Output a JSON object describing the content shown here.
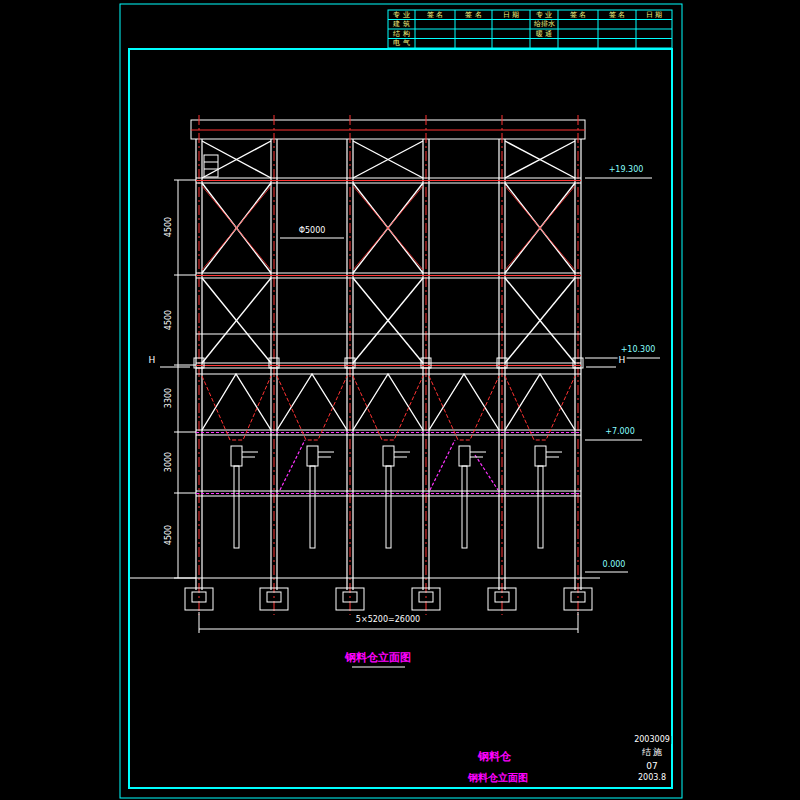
{
  "diagram": {
    "title": "钢料仓立面图",
    "labels": [
      "专 业",
      "签 名",
      "签 名",
      "日 期",
      "专 业",
      "签 名",
      "签 名",
      "日 期",
      "建 筑",
      "给排水",
      "结 构",
      "暖 通",
      "电 气",
      "+19.300",
      "Φ5000",
      "4500",
      "4500",
      "H",
      "H",
      "+10.300",
      "3300",
      "+7.000",
      "3000",
      "4500",
      "0.000",
      "5×5200=26000",
      "2003009",
      "钢料仓",
      "结 施",
      "07",
      "钢料仓立面图",
      "2003.8"
    ]
  }
}
